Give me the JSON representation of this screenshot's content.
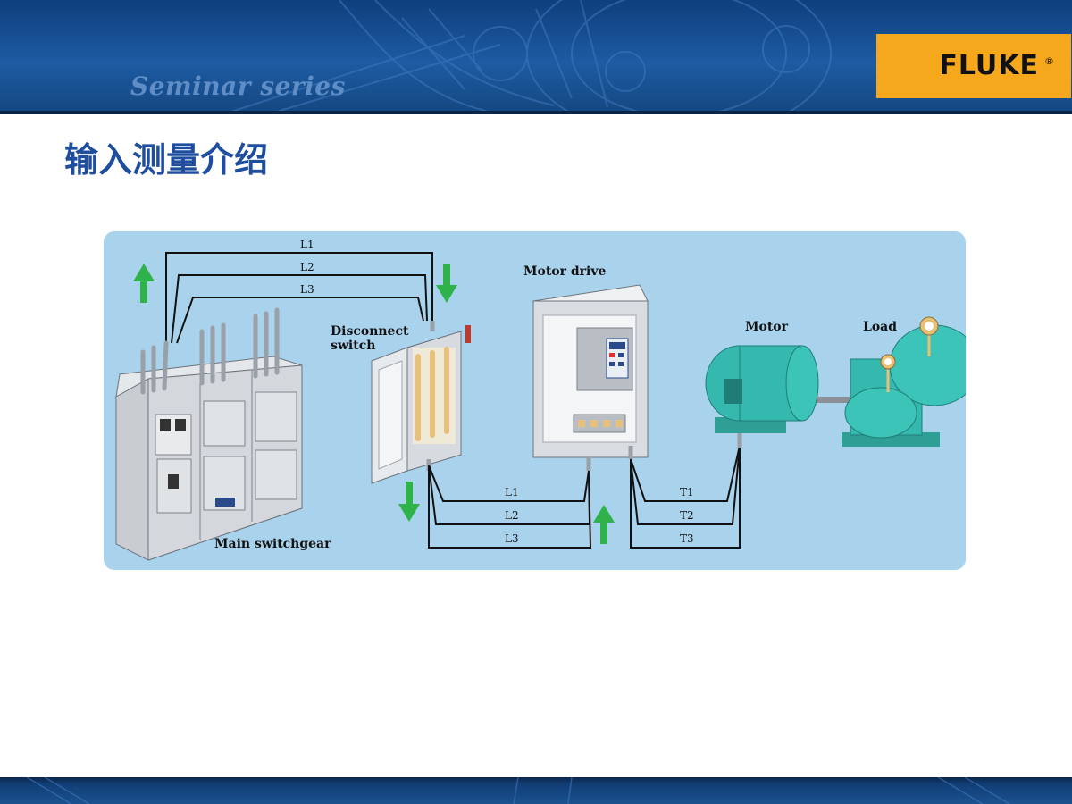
{
  "header": {
    "series_label": "Seminar series",
    "logo_text": "FLUKE",
    "logo_mark": "®",
    "colors": {
      "banner": "#1d5ba3",
      "logo_bg": "#f5a81b"
    }
  },
  "slide": {
    "title": "输入测量介绍"
  },
  "diagram": {
    "labels": {
      "switchgear": "Main switchgear",
      "disconnect_1": "Disconnect",
      "disconnect_2": "switch",
      "drive": "Motor drive",
      "motor": "Motor",
      "load": "Load"
    },
    "wires_top": [
      "L1",
      "L2",
      "L3"
    ],
    "wires_mid": [
      "L1",
      "L2",
      "L3"
    ],
    "wires_out": [
      "T1",
      "T2",
      "T3"
    ],
    "colors": {
      "panel": "#a9d2ec",
      "arrow": "#2fb24a",
      "motor": "#35b8ad",
      "connector": "#e8c07a"
    },
    "icons": [
      "up-arrow-icon",
      "down-arrow-icon",
      "gauge-icon"
    ]
  }
}
